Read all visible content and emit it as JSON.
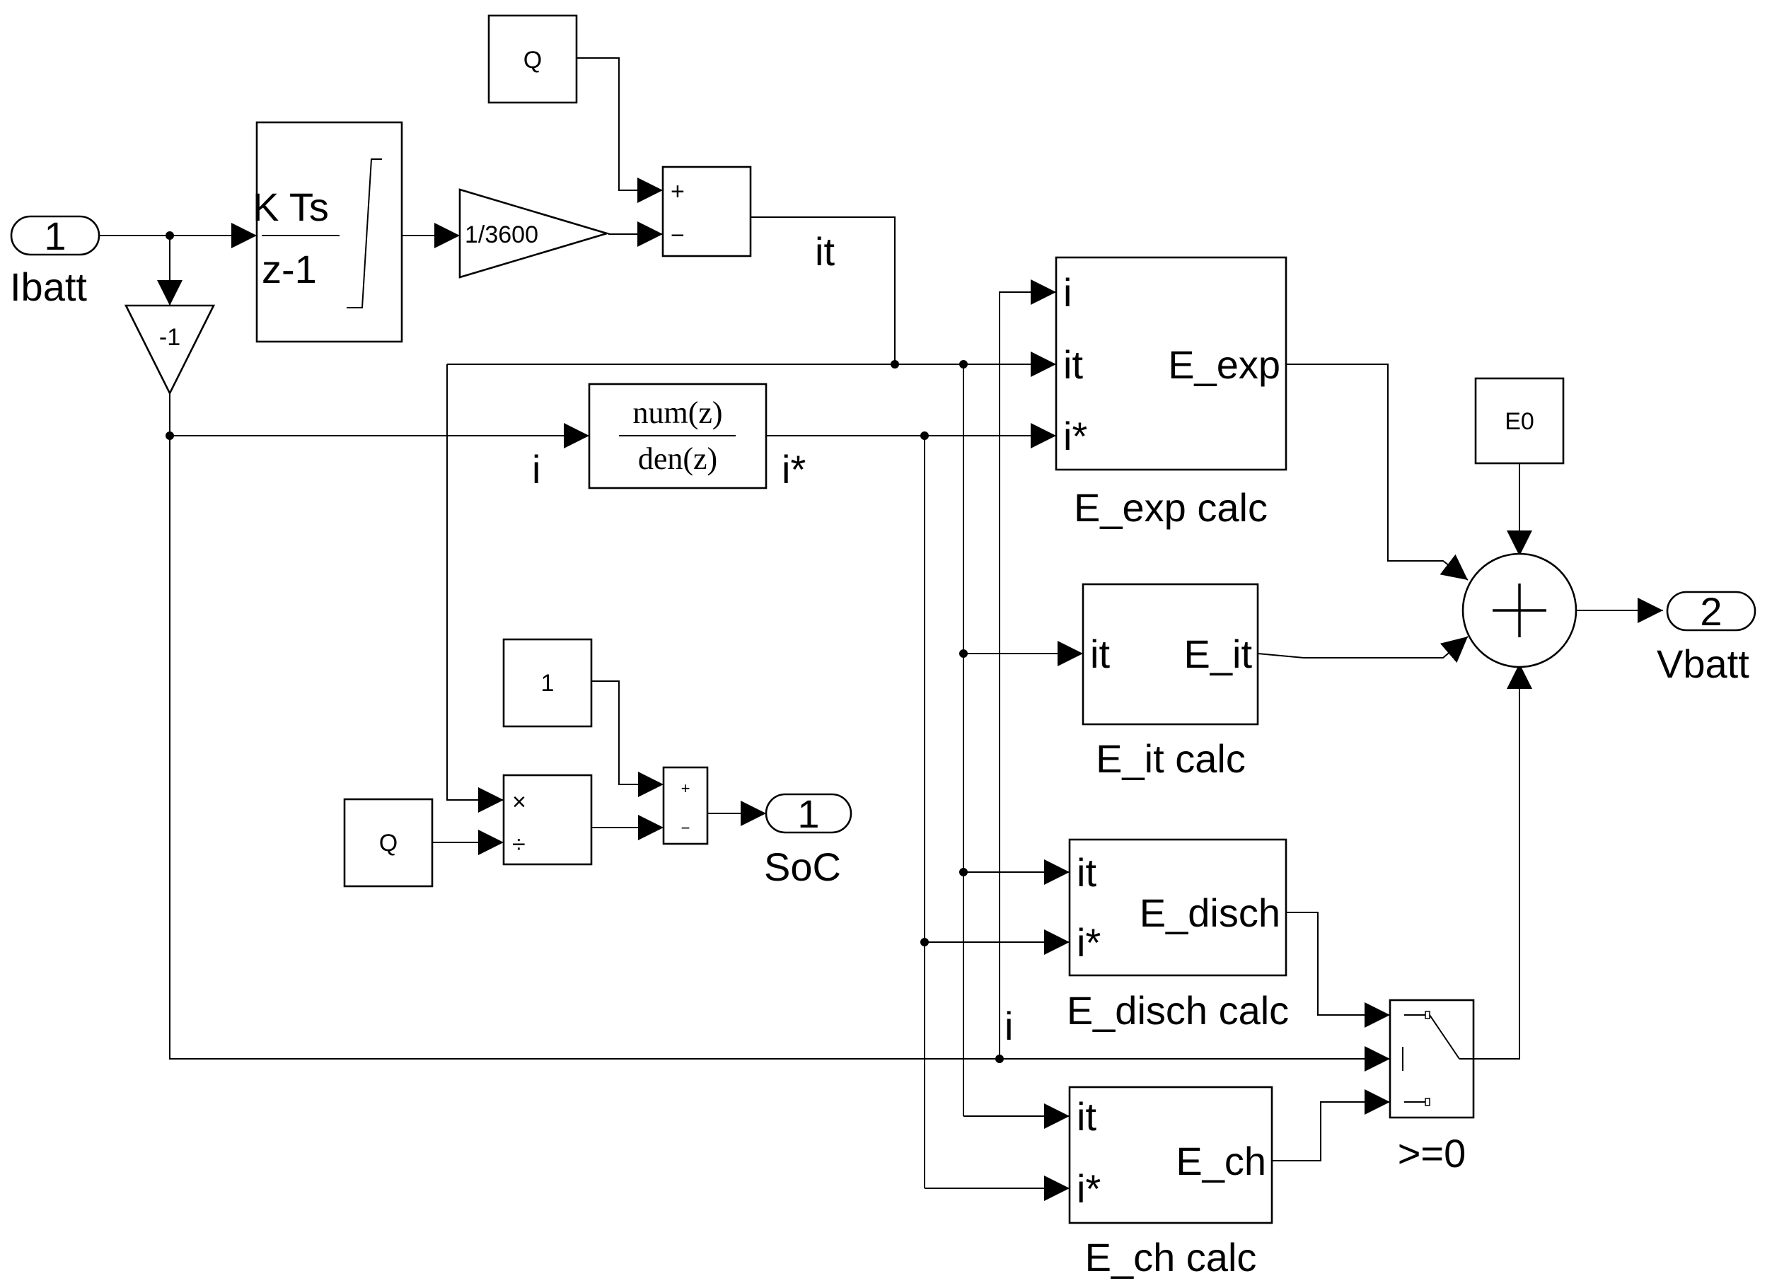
{
  "inports": [
    {
      "number": "1",
      "name": "Ibatt"
    }
  ],
  "outports": [
    {
      "number": "2",
      "name": "Vbatt"
    },
    {
      "number": "1",
      "name": "SoC"
    }
  ],
  "constants": {
    "q_top": "Q",
    "q_mid": "Q",
    "one": "1",
    "e0": "E0"
  },
  "integrator": {
    "numerator": "K Ts",
    "denominator": "z-1"
  },
  "gains": {
    "g3600": "1/3600",
    "neg1": "-1"
  },
  "filter": {
    "numerator": "num(z)",
    "denominator": "den(z)"
  },
  "signals": {
    "it": "it",
    "i_in": "i",
    "i_star": "i*",
    "i_switch": "i"
  },
  "sum_signs": {
    "plus": "+",
    "minus": "−"
  },
  "divide_signs": {
    "mul": "×",
    "div": "÷"
  },
  "subsystems": {
    "exp": {
      "name": "E_exp calc",
      "inputs": [
        "i",
        "it",
        "i*"
      ],
      "output": "E_exp"
    },
    "it": {
      "name": "E_it calc",
      "inputs": [
        "it"
      ],
      "output": "E_it"
    },
    "disch": {
      "name": "E_disch calc",
      "inputs": [
        "it",
        "i*"
      ],
      "output": "E_disch"
    },
    "ch": {
      "name": "E_ch calc",
      "inputs": [
        "it",
        "i*"
      ],
      "output": "E_ch"
    }
  },
  "switch": {
    "criteria": ">=0"
  }
}
